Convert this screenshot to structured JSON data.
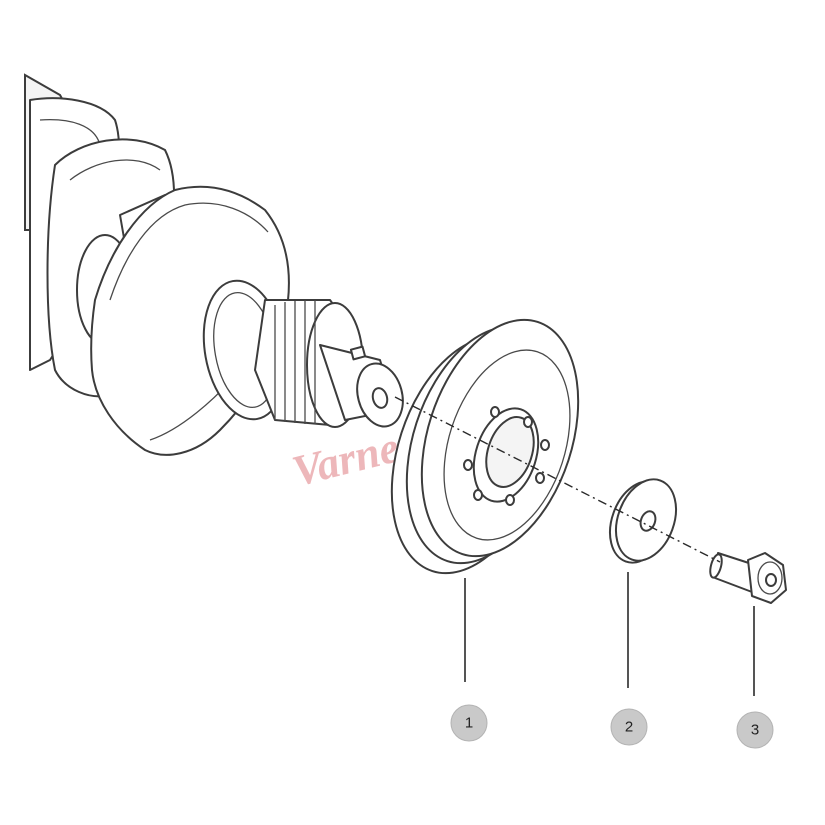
{
  "callouts": [
    {
      "label": "1"
    },
    {
      "label": "2"
    },
    {
      "label": "3"
    }
  ],
  "watermark": {
    "text": "Varne",
    "color": "#e8a0a4"
  },
  "colors": {
    "line": "#3c3c3c",
    "callout_fill": "#c9c9c9",
    "background": "#ffffff"
  }
}
